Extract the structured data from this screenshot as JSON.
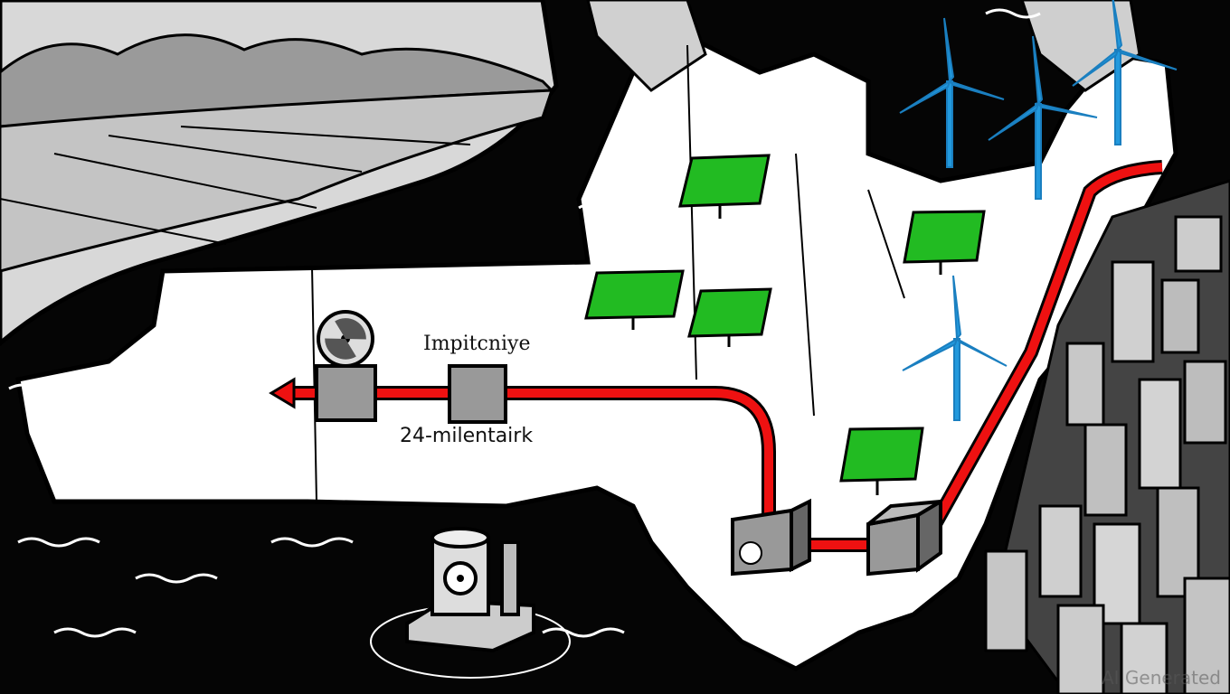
{
  "labels": {
    "station_name": "Impitcniye",
    "pipeline_length": "24-milentairk"
  },
  "watermark": "AI Generated",
  "colors": {
    "pipeline": "#ee1111",
    "solar": "#22bb22",
    "turbine": "#2299dd",
    "land": "#ffffff",
    "water": "#050505",
    "buildings": "#bdbdbd"
  },
  "icons": [
    "radiation-icon",
    "solar-panel-icon",
    "wind-turbine-icon",
    "nuclear-plant-icon",
    "city-buildings-icon"
  ]
}
